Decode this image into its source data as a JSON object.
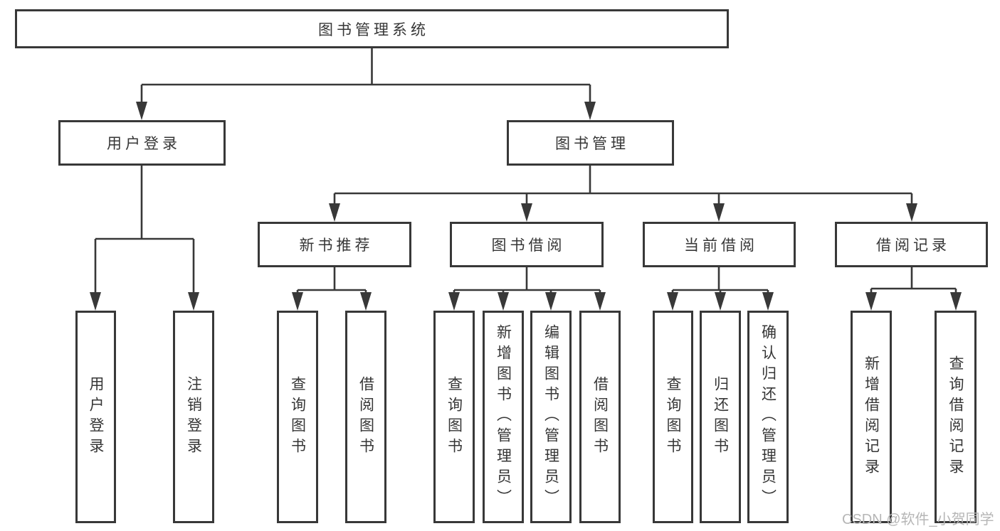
{
  "diagram_type": "hierarchy-chart",
  "tree": {
    "label": "图书管理系统",
    "children": [
      {
        "label": "用户登录",
        "children": [
          {
            "label": "用户登录"
          },
          {
            "label": "注销登录"
          }
        ]
      },
      {
        "label": "图书管理",
        "children": [
          {
            "label": "新书推荐",
            "children": [
              {
                "label": "查询图书"
              },
              {
                "label": "借阅图书"
              }
            ]
          },
          {
            "label": "图书借阅",
            "children": [
              {
                "label": "查询图书"
              },
              {
                "label": "新增图书（管理员）"
              },
              {
                "label": "编辑图书（管理员）"
              },
              {
                "label": "借阅图书"
              }
            ]
          },
          {
            "label": "当前借阅",
            "children": [
              {
                "label": "查询图书"
              },
              {
                "label": "归还图书"
              },
              {
                "label": "确认归还（管理员）"
              }
            ]
          },
          {
            "label": "借阅记录",
            "children": [
              {
                "label": "新增借阅记录"
              },
              {
                "label": "查询借阅记录"
              }
            ]
          }
        ]
      }
    ]
  },
  "watermark": {
    "text": "CSDN @软件_小贺同学"
  },
  "colors": {
    "line": "#383838",
    "box_border": "#383838",
    "text": "#363636",
    "watermark": "#b6b6b6",
    "background": "#ffffff"
  }
}
